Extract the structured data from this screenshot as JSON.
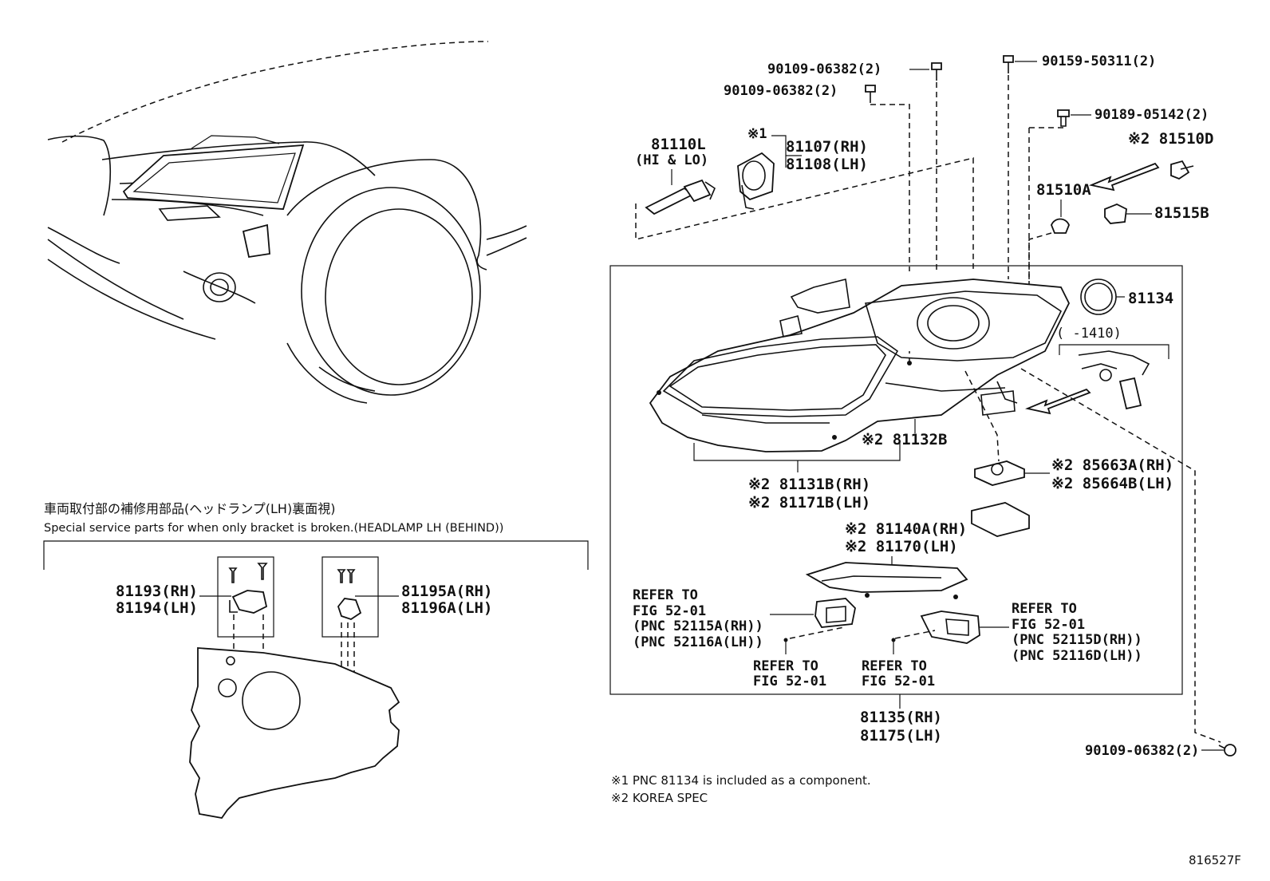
{
  "figure_id": "816527F",
  "bracket_section": {
    "title_jp": "車両取付部の補修用部品(ヘッドランプ(LH)裏面視)",
    "title_en": "Special service parts for when only bracket is broken.(HEADLAMP LH (BEHIND))",
    "labels": {
      "p81193": "81193(RH)",
      "p81194": "81194(LH)",
      "p81195a": "81195A(RH)",
      "p81196a": "81196A(LH)"
    }
  },
  "labels": {
    "b90109_top": "90109-06382(2)",
    "b90109_second": "90109-06382(2)",
    "b90159": "90159-50311(2)",
    "b90189": "90189-05142(2)",
    "b90109_bottom": "90109-06382(2)",
    "p81110l": "81110L",
    "p81110l_sub": "(HI & LO)",
    "mark1": "※1",
    "p81107": "81107(RH)",
    "p81108": "81108(LH)",
    "p81510d": "※2 81510D",
    "p81510a": "81510A",
    "p81515b": "81515B",
    "p81134": "81134",
    "date_range": "(    -1410)",
    "p81132b": "※2 81132B",
    "p81131b": "※2 81131B(RH)",
    "p81171b": "※2 81171B(LH)",
    "p85663a": "※2 85663A(RH)",
    "p85664b": "※2 85664B(LH)",
    "p81140a": "※2 81140A(RH)",
    "p81170": "※2 81170(LH)",
    "p81135": "81135(RH)",
    "p81175": "81175(LH)"
  },
  "refers": {
    "left": [
      "REFER TO",
      "FIG 52-01",
      "(PNC 52115A(RH))",
      "(PNC 52116A(LH))"
    ],
    "right": [
      "REFER TO",
      "FIG 52-01",
      "(PNC 52115D(RH))",
      "(PNC 52116D(LH))"
    ],
    "mid_left": [
      "REFER TO",
      "FIG 52-01"
    ],
    "mid_right": [
      "REFER TO",
      "FIG 52-01"
    ]
  },
  "notes": {
    "note1": "※1 PNC 81134 is included as a component.",
    "note2": "※2 KOREA SPEC"
  }
}
